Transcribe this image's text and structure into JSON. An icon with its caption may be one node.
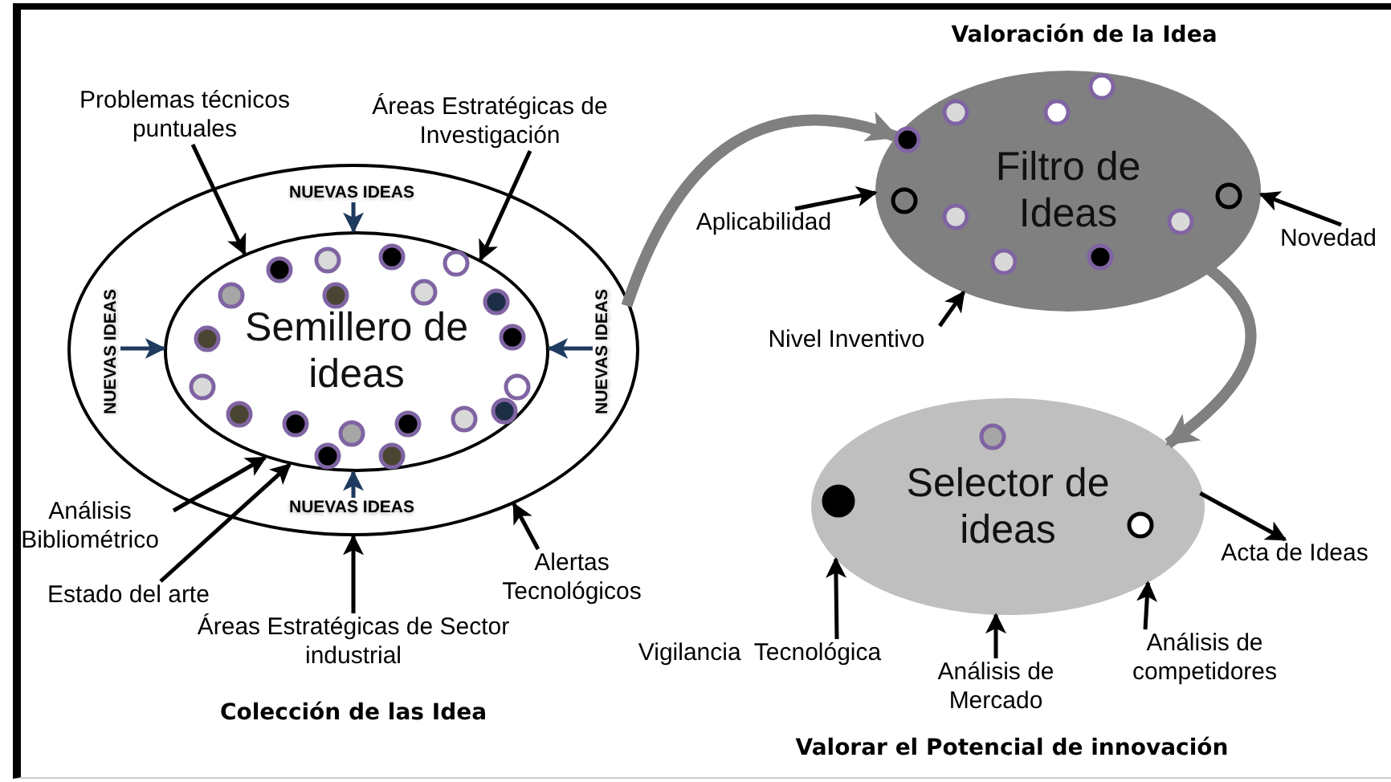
{
  "diagram": {
    "nodes": [
      {
        "text": [],
        "shape": "ellipse"
      },
      {
        "text": [
          "Semillero de ideas"
        ],
        "in": 0
      },
      {
        "text": [
          "NUEVAS IDEAS"
        ],
        "in": 0
      },
      {
        "text": [
          "NUEVAS IDEAS"
        ],
        "in": 0
      },
      {
        "text": [
          "NUEVAS IDEAS"
        ],
        "in": 0
      },
      {
        "text": [
          "NUEVAS IDEAS"
        ],
        "in": 0
      },
      {
        "text": [
          "Problemas técnicos puntuales"
        ]
      },
      {
        "text": [
          "Áreas Estratégicas de Investigación"
        ]
      },
      {
        "text": [
          "Análisis Bibliométrico"
        ]
      },
      {
        "text": [
          "Estado del arte"
        ]
      },
      {
        "text": [
          "Áreas Estratégicas de Sector industrial"
        ]
      },
      {
        "text": [
          "Alertas Tecnológicos"
        ]
      },
      {
        "text": [
          "Filtro de Ideas"
        ],
        "beside": [
          "Valoración de la Idea"
        ]
      },
      {
        "text": [
          "Aplicabilidad"
        ]
      },
      {
        "text": [
          "Novedad"
        ]
      },
      {
        "text": [
          "Nivel Inventivo"
        ]
      },
      {
        "text": [
          "Selector de ideas"
        ]
      },
      {
        "text": [
          "Vigilancia  Tecnológica"
        ]
      },
      {
        "text": [
          "Análisis de Mercado"
        ]
      },
      {
        "text": [
          "Análisis de competidores"
        ]
      },
      {
        "text": [
          "Acta de Ideas"
        ]
      }
    ],
    "edges": [
      {
        "from": 2,
        "to": 1,
        "arrow": "to",
        "color": "#1f3a5f"
      },
      {
        "from": 3,
        "to": 1,
        "arrow": "to",
        "color": "#1f3a5f"
      },
      {
        "from": 4,
        "to": 1,
        "arrow": "to",
        "color": "#1f3a5f"
      },
      {
        "from": 5,
        "to": 1,
        "arrow": "to",
        "color": "#1f3a5f"
      },
      {
        "from": 6,
        "to": 1,
        "arrow": "to"
      },
      {
        "from": 7,
        "to": 1,
        "arrow": "to"
      },
      {
        "from": 8,
        "to": 1,
        "arrow": "to"
      },
      {
        "from": 9,
        "to": 1,
        "arrow": "to"
      },
      {
        "from": 10,
        "to": 0,
        "arrow": "to"
      },
      {
        "from": 11,
        "to": 0,
        "arrow": "to"
      },
      {
        "from": 0,
        "to": 12,
        "arrow": "to",
        "style": "thick",
        "color": "#808080"
      },
      {
        "from": 13,
        "to": 12,
        "arrow": "to"
      },
      {
        "from": 14,
        "to": 12,
        "arrow": "to"
      },
      {
        "from": 15,
        "to": 12,
        "arrow": "to"
      },
      {
        "from": 12,
        "to": 16,
        "arrow": "to",
        "style": "thick",
        "color": "#808080"
      },
      {
        "from": 17,
        "to": 16,
        "arrow": "to"
      },
      {
        "from": 18,
        "to": 16,
        "arrow": "to"
      },
      {
        "from": 19,
        "to": 16,
        "arrow": "to"
      },
      {
        "from": 16,
        "to": 20,
        "arrow": "to"
      }
    ],
    "labels": [
      "Colección de las Idea",
      "Valorar el Potencial de innovación"
    ]
  }
}
